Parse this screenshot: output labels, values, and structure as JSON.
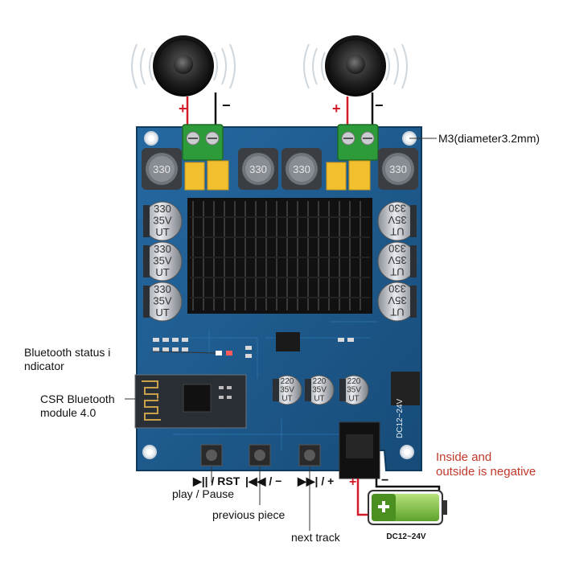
{
  "labels": {
    "m3_hole": "M3(diameter3.2mm)",
    "bt_status_line1": "Bluetooth status i",
    "bt_status_line2": "ndicator",
    "csr_line1": "CSR Bluetooth",
    "csr_line2": "module 4.0",
    "negative_line1": "Inside and",
    "negative_line2": "outside is negative",
    "play_symbol": "▶|| / RST",
    "play_text": "play / Pause",
    "prev_symbol": "|◀◀ / −",
    "prev_text": "previous piece",
    "next_symbol": "▶▶| / +",
    "next_text": "next track",
    "battery_text": "DC12~24V"
  },
  "speakers": {
    "left_plus": "+",
    "left_minus": "−",
    "right_plus": "+",
    "right_minus": "−"
  },
  "power": {
    "plus": "+",
    "minus": "−",
    "jack_label": "DC12~24V"
  },
  "components": {
    "inductor_value": "330",
    "cap_line1": "330",
    "cap_line2": "35V",
    "cap_line3": "UT",
    "small_cap_line1": "220",
    "small_cap_line2": "35V",
    "small_cap_line3": "UT"
  },
  "colors": {
    "pcb": "#1d5a8c",
    "pcb_dark": "#164a76",
    "heatsink": "#1a1a1a",
    "terminal": "#2e9b3a",
    "red_label": "#c0392b",
    "battery_green": "#7bc142",
    "wire_red": "#d11a2a"
  }
}
